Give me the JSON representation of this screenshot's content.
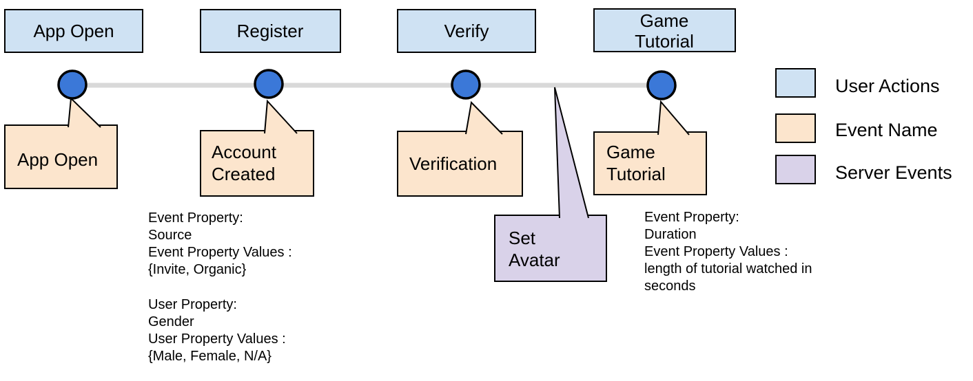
{
  "colors": {
    "user_action_fill": "#cfe2f3",
    "event_name_fill": "#fce5cd",
    "server_event_fill": "#d9d2e9",
    "node_fill": "#3b78d8",
    "timeline_line": "#d9d9d9",
    "outline": "#000000",
    "annotation_label": "#2323d8",
    "annotation_value": "#93c47d"
  },
  "user_actions": [
    {
      "lines": [
        "App Open"
      ]
    },
    {
      "lines": [
        "Register"
      ]
    },
    {
      "lines": [
        "Verify"
      ]
    },
    {
      "lines": [
        "Game",
        "Tutorial"
      ]
    }
  ],
  "event_names": [
    {
      "lines": [
        "App Open"
      ]
    },
    {
      "lines": [
        "Account",
        "Created"
      ]
    },
    {
      "lines": [
        "Verification"
      ]
    },
    {
      "lines": [
        "Game",
        "Tutorial"
      ]
    }
  ],
  "server_events": [
    {
      "lines": [
        "Set",
        "Avatar"
      ]
    }
  ],
  "legend": {
    "items": [
      {
        "label": "User Actions",
        "color": "#cfe2f3"
      },
      {
        "label": "Event Name",
        "color": "#fce5cd"
      },
      {
        "label": "Server Events",
        "color": "#d9d2e9"
      }
    ]
  },
  "annotations": {
    "register": {
      "event_property_label": "Event Property:",
      "event_property": "Source",
      "event_values_label": "Event Property Values :",
      "event_values": "{Invite, Organic}",
      "user_property_label": "User Property:",
      "user_property": "Gender",
      "user_values_label": "User Property Values :",
      "user_values": "{Male, Female, N/A}"
    },
    "game_tutorial": {
      "event_property_label": "Event Property:",
      "event_property": "Duration",
      "event_values_label": "Event Property Values :",
      "event_values_line1": "length of tutorial watched in",
      "event_values_line2": "seconds"
    }
  }
}
